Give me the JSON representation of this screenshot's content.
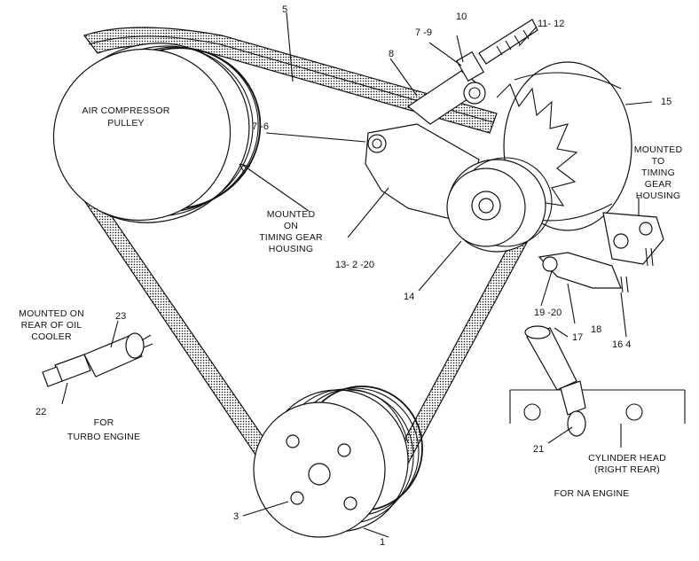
{
  "callouts": {
    "c1": "1",
    "c3": "3",
    "c5": "5",
    "c6": "7  -6",
    "c7_9": "7 -9",
    "c8": "8",
    "c10": "10",
    "c11_12": "11- 12",
    "c13": "13- 2 -20",
    "c14": "14",
    "c15": "15",
    "c16": "16 4",
    "c17": "17",
    "c18": "18",
    "c19": "19  -20",
    "c21": "21",
    "c22": "22",
    "c23": "23"
  },
  "captions": {
    "air_compressor": [
      "AIR COMPRESSOR",
      "PULLEY"
    ],
    "mounted_on_timing": [
      "MOUNTED",
      "ON",
      "TIMING GEAR",
      "HOUSING"
    ],
    "mounted_to_timing": [
      "MOUNTED",
      "TO",
      "TIMING",
      "GEAR",
      "HOUSING"
    ],
    "oil_cooler": [
      "MOUNTED ON",
      "REAR OF OIL",
      "COOLER"
    ],
    "turbo": [
      "FOR",
      "TURBO ENGINE"
    ],
    "cylinder_head": [
      "CYLINDER HEAD",
      "(RIGHT REAR)"
    ],
    "na_engine": "FOR NA ENGINE"
  },
  "colors": {
    "ink": "#111111",
    "paper": "#ffffff"
  }
}
